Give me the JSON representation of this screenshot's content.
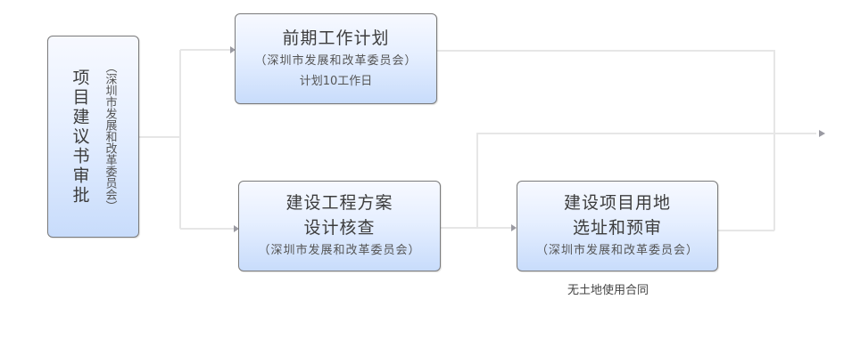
{
  "diagram": {
    "nodes": {
      "proposal": {
        "title": "项目建议书审批",
        "org": "（深圳市发展和改革委员会）"
      },
      "preliminary": {
        "title": "前期工作计划",
        "org": "（深圳市发展和改革委员会）",
        "note": "计划10工作日"
      },
      "design_review": {
        "title_line1": "建设工程方案",
        "title_line2": "设计核查",
        "org": "（深圳市发展和改革委员会）"
      },
      "land_site": {
        "title_line1": "建设项目用地",
        "title_line2": "选址和预审",
        "org": "（深圳市发展和改革委员会）",
        "caption": "无土地使用合同"
      }
    },
    "colors": {
      "connector": "#e6e6e6",
      "arrow": "#9a9aa2",
      "box_border": "#7a7a7a",
      "box_top": "#f7f9ff",
      "box_bottom": "#c8dcfb"
    }
  }
}
